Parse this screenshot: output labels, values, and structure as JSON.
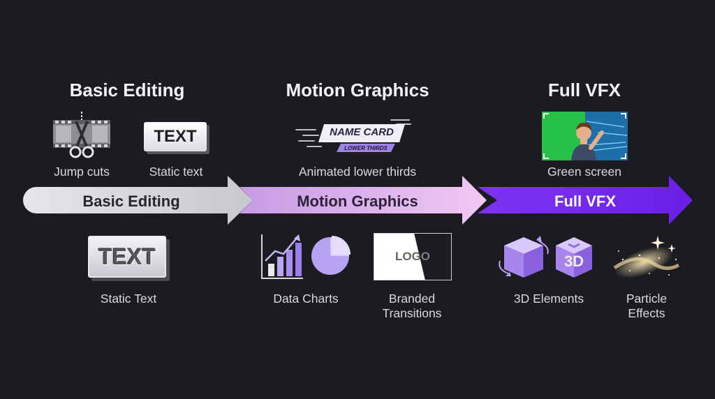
{
  "stages": [
    {
      "title": "Basic Editing",
      "band_label": "Basic Editing"
    },
    {
      "title": "Motion Graphics",
      "band_label": "Motion Graphics"
    },
    {
      "title": "Full VFX",
      "band_label": "Full VFX"
    }
  ],
  "top_items": {
    "jump_cuts": {
      "caption": "Jump cuts"
    },
    "static_text": {
      "caption": "Static text",
      "box_text": "TEXT"
    },
    "lower_thirds": {
      "caption": "Animated lower thirds",
      "card_title": "NAME CARD",
      "card_subtitle": "LOWER THIRDS"
    },
    "green_screen": {
      "caption": "Green screen"
    }
  },
  "bottom_items": {
    "static_text_big": {
      "caption": "Static Text",
      "box_text": "TEXT"
    },
    "data_charts": {
      "caption": "Data Charts"
    },
    "branded_transitions": {
      "caption_line1": "Branded",
      "caption_line2": "Transitions",
      "logo_text": "LOGO"
    },
    "elements_3d": {
      "caption": "3D Elements",
      "cube_label": "3D"
    },
    "particle_effects": {
      "caption_line1": "Particle",
      "caption_line2": "Effects"
    }
  },
  "colors": {
    "background": "#1b1b21",
    "band_gray": "#dcdce0",
    "band_lavender": "#c9a4f3",
    "band_purple": "#7a2ff0",
    "chart_purple": "#a98ef0",
    "green_screen": "#27c14a"
  }
}
